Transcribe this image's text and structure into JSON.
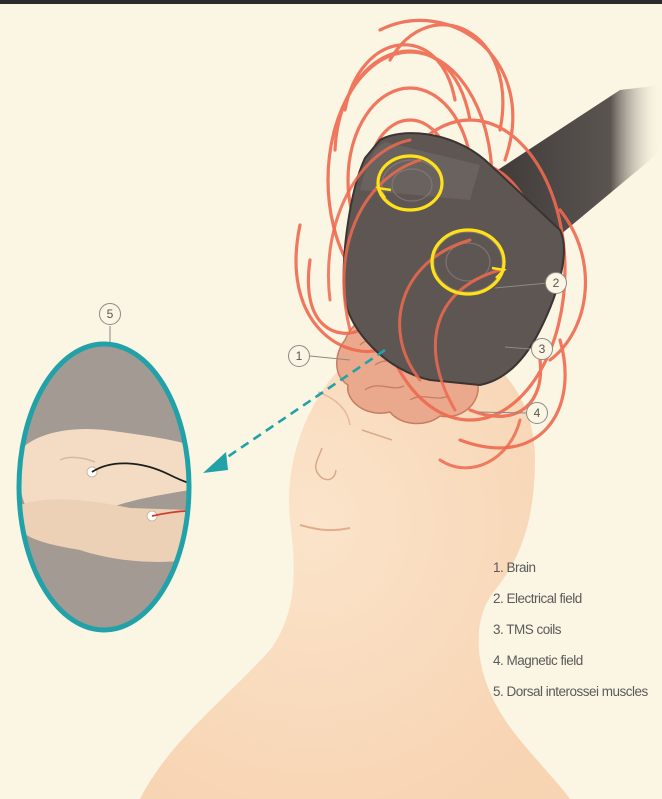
{
  "callouts": [
    "1",
    "2",
    "3",
    "4",
    "5"
  ],
  "legend": [
    "1. Brain",
    "2. Electrical field",
    "3. TMS coils",
    "4. Magnetic field",
    "5. Dorsal interossei muscles"
  ],
  "colors": {
    "background": "#fbf5e3",
    "skin": "#f8d8b8",
    "field_lines": "#ef6a4f",
    "coil_body": "#5e5653",
    "current_loops": "#ffe11a",
    "inset_border": "#20a2a8",
    "inset_bg": "#a39a94",
    "arrow": "#20a2a8",
    "brain": "#e9a78c"
  }
}
